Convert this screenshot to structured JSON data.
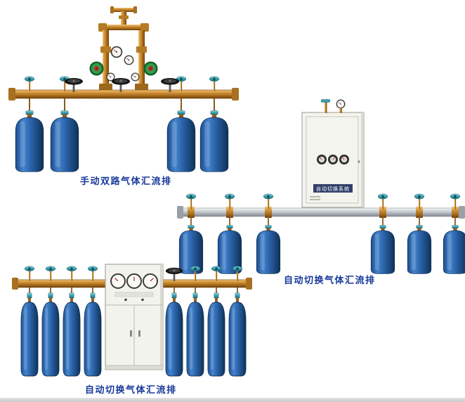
{
  "page": {
    "background": "#ffffff"
  },
  "products": [
    {
      "id": "manual-dual-manifold",
      "caption": "手动双路气体汇流排",
      "cylinder_count": 4
    },
    {
      "id": "auto-switch-manifold-wall-cabinet",
      "caption": "自动切换气体汇流排",
      "cabinet_label": "自动切换系统",
      "cylinder_count": 6
    },
    {
      "id": "auto-switch-manifold-floor-cabinet",
      "caption": "自动切换气体汇流排",
      "cylinder_count": 8
    }
  ],
  "colors": {
    "caption_text": "#18399b",
    "cylinder_blue": "#2a62a8",
    "brass_pipe": "#cf8f35",
    "silver_pipe": "#c3c9cf",
    "valve_teal": "#36a0b0",
    "cabinet_body": "#f4f4ee",
    "nameplate_blue": "#33406b"
  }
}
